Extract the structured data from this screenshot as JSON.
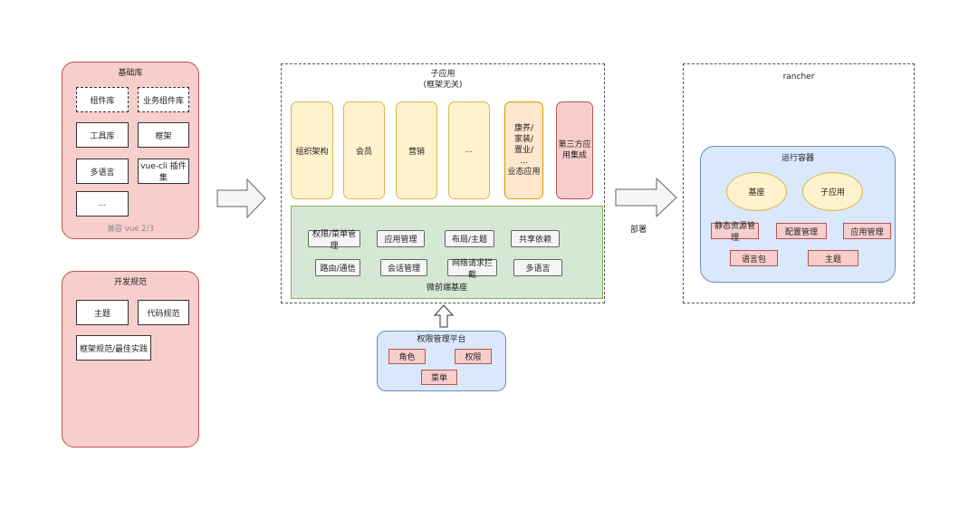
{
  "base_library": {
    "title": "基础库",
    "items": [
      "组件库",
      "业务组件库",
      "工具库",
      "框架",
      "多语言",
      "vue-cli 插件集",
      "..."
    ],
    "note": "兼容 vue 2/3"
  },
  "dev_spec": {
    "title": "开发规范",
    "items": [
      "主题",
      "代码规范",
      "框架规范/最佳实践"
    ]
  },
  "sub_apps": {
    "title": "子应用\n(框架无关)",
    "apps": [
      "组织架构",
      "会员",
      "营销",
      "...",
      "康养/\n家装/\n置业/\n...\n业态应用",
      "第三方应\n用集成"
    ]
  },
  "micro_frontend_base": {
    "title": "微前端基座",
    "items": [
      "权限/菜单管理",
      "应用管理",
      "布局/主题",
      "共享依赖",
      "路由/通信",
      "会话管理",
      "网络请求拦截",
      "多语言"
    ]
  },
  "permission_platform": {
    "title": "权限管理平台",
    "items": [
      "角色",
      "权限",
      "菜单"
    ]
  },
  "deploy_label": "部署",
  "rancher": {
    "title": "rancher",
    "container": {
      "title": "运行容器",
      "ellipses": [
        "基座",
        "子应用"
      ],
      "items": [
        "静态资源管理",
        "配置管理",
        "应用管理",
        "语言包",
        "主题"
      ]
    }
  },
  "colors": {
    "pink_fill": "#f8cecc",
    "pink_stroke": "#b85450",
    "blue_fill": "#dae8fc",
    "blue_stroke": "#6c8ebf",
    "green_fill": "#d5e8d4",
    "green_stroke": "#82b366",
    "yellow_fill": "#fff2cc",
    "orange_fill": "#ffe6cc"
  }
}
